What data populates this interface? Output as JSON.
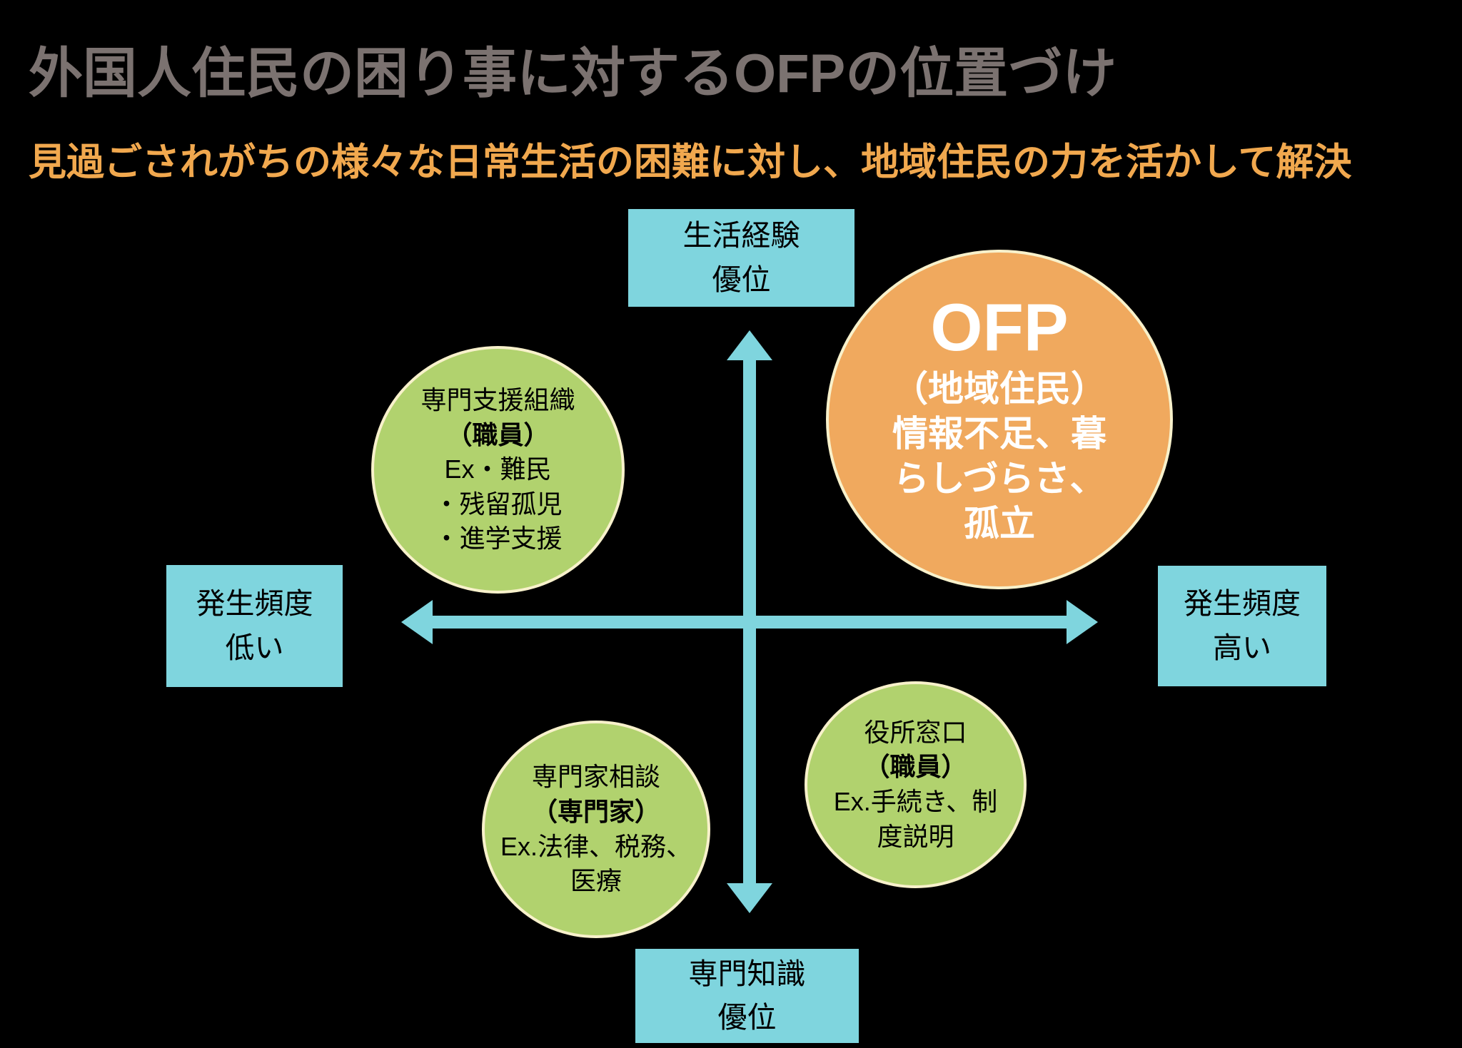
{
  "colors": {
    "bg": "#000000",
    "title": "#7b7270",
    "subtitle": "#f1a84e",
    "teal": "#7fd5de",
    "green": "#b1d26e",
    "orange": "#f0a95e",
    "cream": "#f8f1cb",
    "text-dark": "#000000",
    "text-light": "#ffffff"
  },
  "header": {
    "title": "外国人住民の困り事に対するOFPの位置づけ",
    "subtitle": "見過ごされがちの様々な日常生活の困難に対し、地域住民の力を活かして解決"
  },
  "axes": {
    "top": {
      "line1": "生活経験",
      "line2": "優位"
    },
    "bottom": {
      "line1": "専門知識",
      "line2": "優位"
    },
    "left": {
      "line1": "発生頻度",
      "line2": "低い"
    },
    "right": {
      "line1": "発生頻度",
      "line2": "高い"
    }
  },
  "circles": {
    "ofp": {
      "title": "OFP",
      "subtitle": "（地域住民）",
      "body_line1": "情報不足、暮",
      "body_line2": "らしづらさ、",
      "body_line3": "孤立"
    },
    "support_org": {
      "line1": "専門支援組織",
      "line2": "（職員）",
      "line3": "Ex・難民",
      "line4": "・残留孤児",
      "line5": "・進学支援"
    },
    "expert": {
      "line1": "専門家相談",
      "line2": "（専門家）",
      "line3": "Ex.法律、税務、",
      "line4": "医療"
    },
    "gov_office": {
      "line1": "役所窓口",
      "line2": "（職員）",
      "line3": "Ex.手続き、制",
      "line4": "度説明"
    }
  }
}
